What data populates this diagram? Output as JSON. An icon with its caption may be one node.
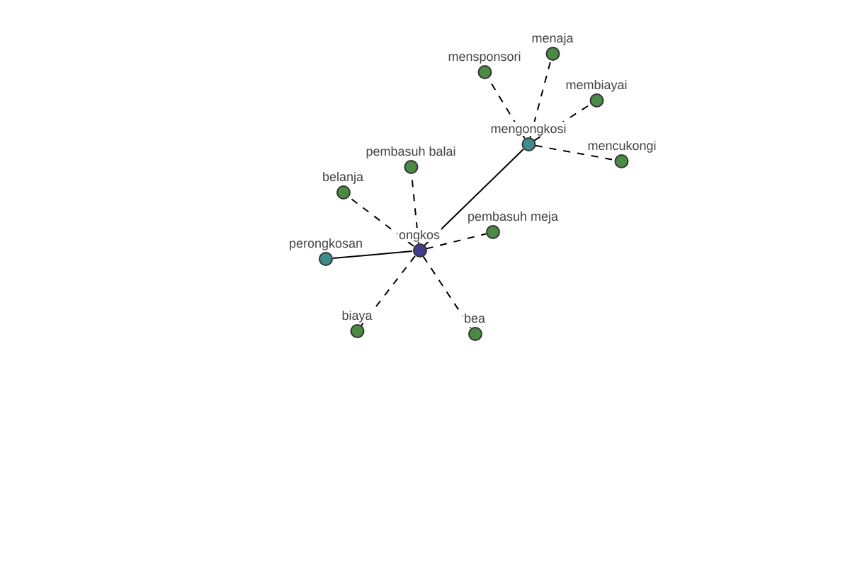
{
  "diagram": {
    "nodes": [
      {
        "text": [
          "ongkos"
        ]
      },
      {
        "text": [
          "perongkosan"
        ]
      },
      {
        "text": [
          "belanja"
        ]
      },
      {
        "text": [
          "pembasuh balai"
        ]
      },
      {
        "text": [
          "pembasuh meja"
        ]
      },
      {
        "text": [
          "biaya"
        ]
      },
      {
        "text": [
          "bea"
        ]
      },
      {
        "text": [
          "mengongkosi"
        ]
      },
      {
        "text": [
          "mensponsori"
        ]
      },
      {
        "text": [
          "menaja"
        ]
      },
      {
        "text": [
          "membiayai"
        ]
      },
      {
        "text": [
          "mencukongi"
        ]
      }
    ],
    "edges": [
      {
        "from": 0,
        "to": 1,
        "arrow": "none"
      },
      {
        "from": 0,
        "to": 2,
        "arrow": "none",
        "style": "dashed"
      },
      {
        "from": 0,
        "to": 3,
        "arrow": "none",
        "style": "dashed"
      },
      {
        "from": 0,
        "to": 4,
        "arrow": "none",
        "style": "dashed"
      },
      {
        "from": 0,
        "to": 5,
        "arrow": "none",
        "style": "dashed"
      },
      {
        "from": 0,
        "to": 6,
        "arrow": "none",
        "style": "dashed"
      },
      {
        "from": 0,
        "to": 7,
        "arrow": "none"
      },
      {
        "from": 7,
        "to": 8,
        "arrow": "none",
        "style": "dashed"
      },
      {
        "from": 7,
        "to": 9,
        "arrow": "none",
        "style": "dashed"
      },
      {
        "from": 7,
        "to": 10,
        "arrow": "none",
        "style": "dashed"
      },
      {
        "from": 7,
        "to": 11,
        "arrow": "none",
        "style": "dashed"
      }
    ]
  }
}
